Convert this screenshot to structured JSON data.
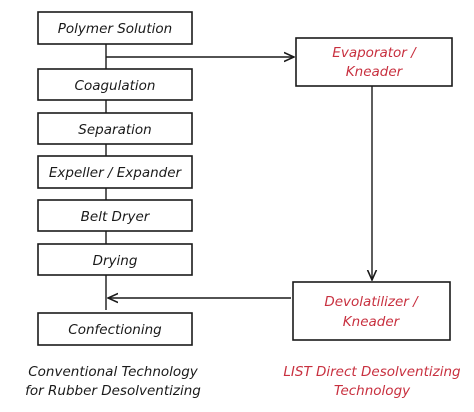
{
  "conventional": {
    "steps": [
      "Polymer Solution",
      "Coagulation",
      "Separation",
      "Expeller / Expander",
      "Belt Dryer",
      "Drying",
      "Confectioning"
    ],
    "caption": [
      "Conventional Technology",
      "for Rubber Desolventizing"
    ]
  },
  "list": {
    "evaporator": [
      "Evaporator /",
      "Kneader"
    ],
    "devolatilizer": [
      "Devolatilizer /",
      "Kneader"
    ],
    "caption": [
      "LIST Direct Desolventizing",
      "Technology"
    ]
  },
  "colors": {
    "ink": "#1a1a1a",
    "accent": "#c8303f"
  }
}
